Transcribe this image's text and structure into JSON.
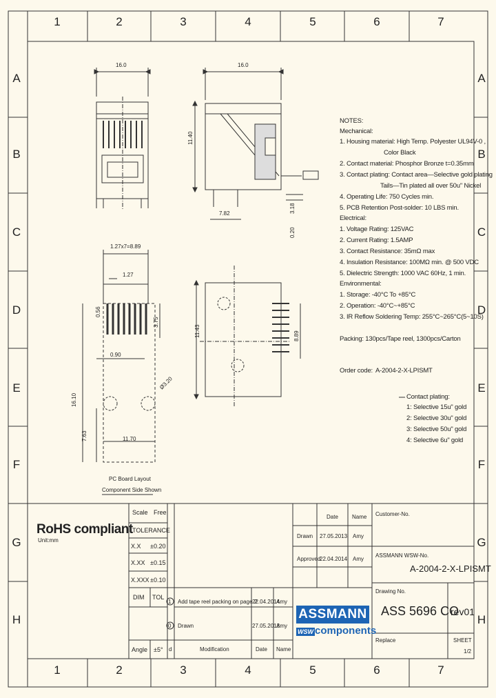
{
  "frame": {
    "columns": [
      "1",
      "2",
      "3",
      "4",
      "5",
      "6",
      "7"
    ],
    "rows": [
      "A",
      "B",
      "C",
      "D",
      "E",
      "F",
      "G",
      "H"
    ]
  },
  "dims": {
    "top_width_left": "16.0",
    "top_width_right": "16.0",
    "side_height": "11.40",
    "foot_offset": "7.82",
    "dim_3_18": "3.18",
    "dim_0_20": "0.20",
    "pitch_series": "1.27x7=8.89",
    "pitch": "1.27",
    "dim_0_56": "0.56",
    "dim_3_75": "3.75",
    "front_height": "11.43",
    "front_inner": "8.89",
    "hole_dia": "0.90",
    "hole_dia2": "Ø3.20",
    "board_length": "16.10",
    "board_dim_7_63": "7.63",
    "board_width": "11.70",
    "pcb_caption_1": "PC Board Layout",
    "pcb_caption_2": "Component Side Shown"
  },
  "notes": {
    "title": "NOTES:",
    "mech": "Mechanical:",
    "m1a": "1. Housing material: High Temp. Polyester UL94V-0 ,",
    "m1b": "Color Black",
    "m2": "2. Contact material: Phosphor Bronze t=0.35mm",
    "m3a": "3. Contact plating: Contact area—Selective gold plating",
    "m3b": "Tails—Tin plated all over 50u\" Nickel",
    "m4": "4. Operating Life: 750 Cycles min.",
    "m5": "5. PCB Retention Post-solder: 10 LBS min.",
    "elec": "Electrical:",
    "e1": "1. Voltage Rating: 125VAC",
    "e2": "2. Current Rating: 1.5AMP",
    "e3": "3. Contact Resistance: 35mΩ max",
    "e4": "4. Insulation Resistance: 100MΩ min. @ 500 VDC",
    "e5": "5. Dielectric Strength: 1000 VAC 60Hz, 1 min.",
    "env": "Environmental:",
    "v1": "1. Storage: -40°C To +85°C",
    "v2": "2. Operation: -40°C~+85°C",
    "v3": "3. IR Reflow Soldering Temp: 255°C~265°C(5~10S)",
    "packing": "Packing: 130pcs/Tape reel, 1300pcs/Carton",
    "order_label": "Order code:",
    "order_code": "A-2004-2-X-LPISMT",
    "plating_title": "Contact plating:",
    "p1": "1: Selective 15u\" gold",
    "p2": "2: Selective 30u\" gold",
    "p3": "3: Selective 50u\" gold",
    "p4": "4: Selective 6u\" gold"
  },
  "rohs": {
    "title": "RoHS compliant",
    "sub": "Unit:mm"
  },
  "tolerance": {
    "scale_label": "Scale",
    "scale_value": "Free",
    "tolerance_label": "TOLERANCE",
    "rows": [
      {
        "fmt": "X.X",
        "val": "±0.20"
      },
      {
        "fmt": "X.XX",
        "val": "±0.15"
      },
      {
        "fmt": "X.XXX",
        "val": "±0.10"
      }
    ],
    "dim_label": "DIM",
    "tol_label": "TOL",
    "angle_label": "Angle",
    "angle_value": "±5°"
  },
  "title_block": {
    "date_hdr": "Date",
    "name_hdr": "Name",
    "drawn_label": "Drawn",
    "drawn_date": "27.05.2013",
    "drawn_name": "Amy",
    "approved_label": "Approved",
    "approved_date": "22.04.2014",
    "approved_name": "Amy",
    "customer_label": "Customer-No.",
    "assmann_no_label": "ASSMANN WSW-No.",
    "assmann_no": "A-2004-2-X-LPISMT",
    "drawing_no_label": "Drawing No.",
    "drawing_no": "ASS 5696 CO",
    "rev": "rev01",
    "replace_label": "Replace",
    "sheet_label": "SHEET",
    "sheet_value": "1/2",
    "logo_top": "ASSMANN",
    "logo_wsw": "WSW",
    "logo_bottom": "components"
  },
  "revisions": [
    {
      "num": "1",
      "text": "Add tape reel packing on page 2",
      "date": "22.04.2014",
      "name": "Amy"
    },
    {
      "num": "0",
      "text": "Drawn",
      "date": "27.05.2013",
      "name": "Amy"
    }
  ],
  "rev_header": {
    "d": "d",
    "modification": "Modification",
    "date": "Date",
    "name": "Name"
  }
}
